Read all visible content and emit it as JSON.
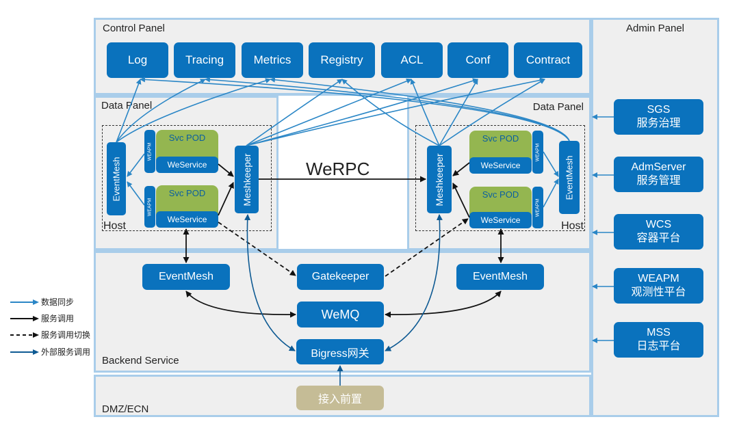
{
  "legend": [
    {
      "label": "数据同步",
      "style": "solid",
      "color": "#2a86c6"
    },
    {
      "label": "服务调用",
      "style": "solid",
      "color": "#111111"
    },
    {
      "label": "服务调用切换",
      "style": "dashed",
      "color": "#111111"
    },
    {
      "label": "外部服务调用",
      "style": "solid",
      "color": "#0e5a93"
    }
  ],
  "colors": {
    "box_blue": "#0a72bd",
    "pod_green": "#94b650",
    "panel_border": "#a9cdea",
    "panel_bg": "#efefef",
    "dmz_box": "#c5bc96",
    "sync_line": "#2a86c6",
    "external_line": "#0e5a93"
  },
  "control_panel": {
    "title": "Control Panel",
    "components": [
      "Log",
      "Tracing",
      "Metrics",
      "Registry",
      "ACL",
      "Conf",
      "Contract"
    ]
  },
  "data_panel_left": {
    "title": "Data Panel",
    "host_label": "Host",
    "eventmesh": "EventMesh",
    "meshkeeper": "Meshkeeper",
    "pods": [
      {
        "title": "Svc POD",
        "service": "WeService",
        "agent": "WEAPM"
      },
      {
        "title": "Svc POD",
        "service": "WeService",
        "agent": "WEAPM"
      }
    ]
  },
  "data_panel_right": {
    "title": "Data Panel",
    "host_label": "Host",
    "eventmesh": "EventMesh",
    "meshkeeper": "Meshkeeper",
    "pods": [
      {
        "title": "Svc POD",
        "service": "WeService",
        "agent": "WEAPM"
      },
      {
        "title": "Svc POD",
        "service": "WeService",
        "agent": "WEAPM"
      }
    ]
  },
  "werpc_label": "WeRPC",
  "backend_service": {
    "title": "Backend Service",
    "eventmesh_left": "EventMesh",
    "gatekeeper": "Gatekeeper",
    "eventmesh_right": "EventMesh",
    "wemq": "WeMQ",
    "bigress": "Bigress网关"
  },
  "dmz": {
    "title": "DMZ/ECN",
    "access_front": "接入前置"
  },
  "admin_panel": {
    "title": "Admin Panel",
    "items": [
      {
        "name": "SGS",
        "desc": "服务治理"
      },
      {
        "name": "AdmServer",
        "desc": "服务管理"
      },
      {
        "name": "WCS",
        "desc": "容器平台"
      },
      {
        "name": "WEAPM",
        "desc": "观测性平台"
      },
      {
        "name": "MSS",
        "desc": "日志平台"
      }
    ]
  }
}
